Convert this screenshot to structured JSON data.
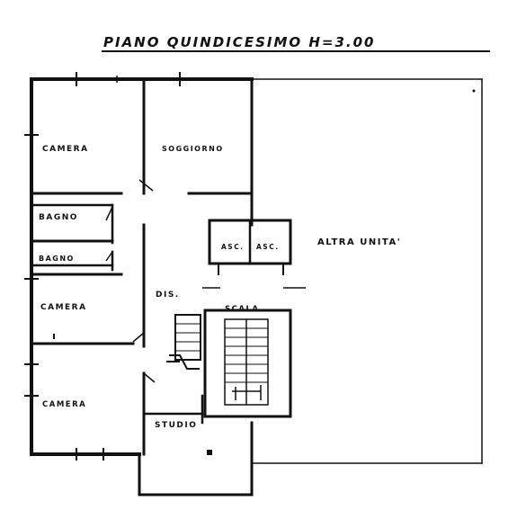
{
  "title": "PIANO QUINDICESIMO H=3.00",
  "rooms": {
    "camera_1": "CAMERA",
    "soggiorno": "SOGGIORNO",
    "bagno_1": "BAGNO",
    "bagno_2": "BAGNO",
    "camera_2": "CAMERA",
    "camera_3": "CAMERA",
    "dis": "DIS.",
    "asc_1": "ASC.",
    "asc_2": "ASC.",
    "scala": "SCALA",
    "altra_unita": "ALTRA UNITA'",
    "studio": "STUDIO"
  },
  "colors": {
    "ink": "#111111",
    "paper": "#ffffff"
  }
}
